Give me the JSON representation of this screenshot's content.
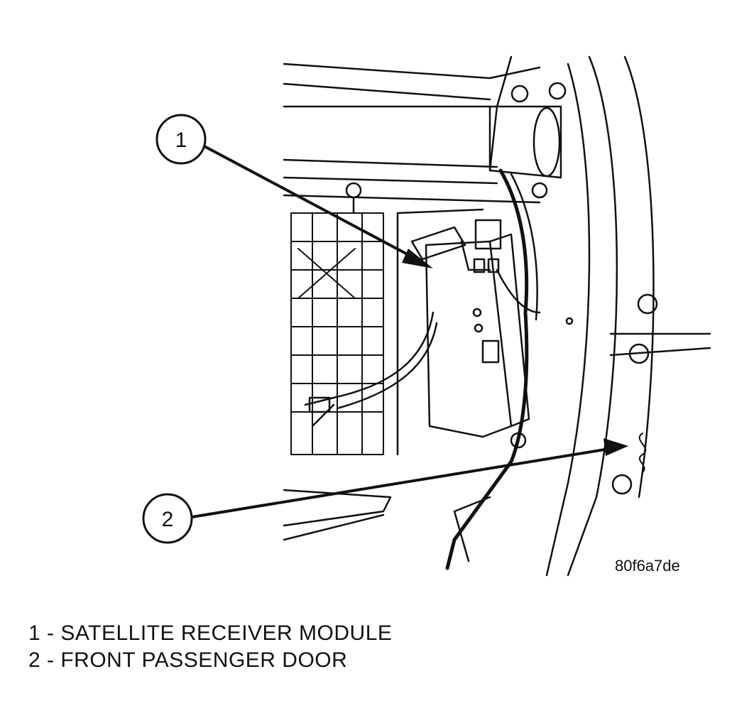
{
  "figure_id": "80f6a7de",
  "callouts": [
    {
      "number": "1"
    },
    {
      "number": "2"
    }
  ],
  "legend": [
    {
      "text": "1 - SATELLITE RECEIVER MODULE"
    },
    {
      "text": "2 - FRONT PASSENGER DOOR"
    }
  ]
}
